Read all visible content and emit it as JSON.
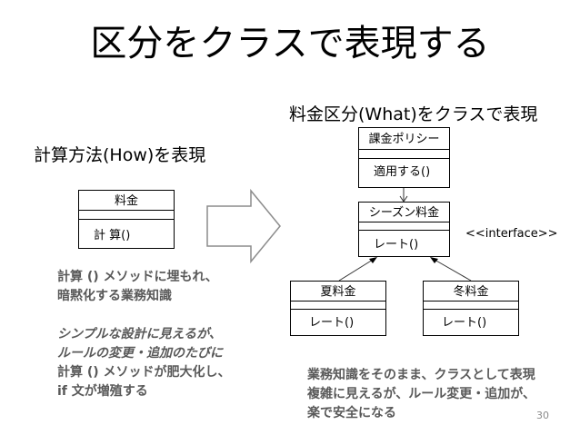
{
  "title": "区分をクラスで表現する",
  "left": {
    "heading": "計算方法(How)を表現",
    "class_box": {
      "name": "料金",
      "method": "計 算()"
    },
    "note_lines": [
      {
        "text": "計算 () メソッドに埋もれ、",
        "italic": false
      },
      {
        "text": "暗黙化する業務知識",
        "italic": false
      },
      {
        "text": "",
        "italic": false
      },
      {
        "text": "シンプルな設計に見えるが、",
        "italic": true
      },
      {
        "text": "ルールの変更・追加のたびに",
        "italic": true
      },
      {
        "text": "計算 () メソッドが肥大化し、",
        "italic": false
      },
      {
        "text": " if 文が増殖する",
        "italic": false
      }
    ]
  },
  "right": {
    "heading": "料金区分(What)をクラスで表現",
    "policy_box": {
      "name": "課金ポリシー",
      "method": "適用する()"
    },
    "season_box": {
      "name": "シーズン料金",
      "method": "レート()"
    },
    "summer_box": {
      "name": "夏料金",
      "method": "レート()"
    },
    "winter_box": {
      "name": "冬料金",
      "method": "レート()"
    },
    "interface_label": "<<interface>>",
    "note_lines": [
      "業務知識をそのまま、クラスとして表現",
      "複雑に見えるが、ルール変更・追加が、",
      "楽で安全になる"
    ]
  },
  "page_number": "30"
}
